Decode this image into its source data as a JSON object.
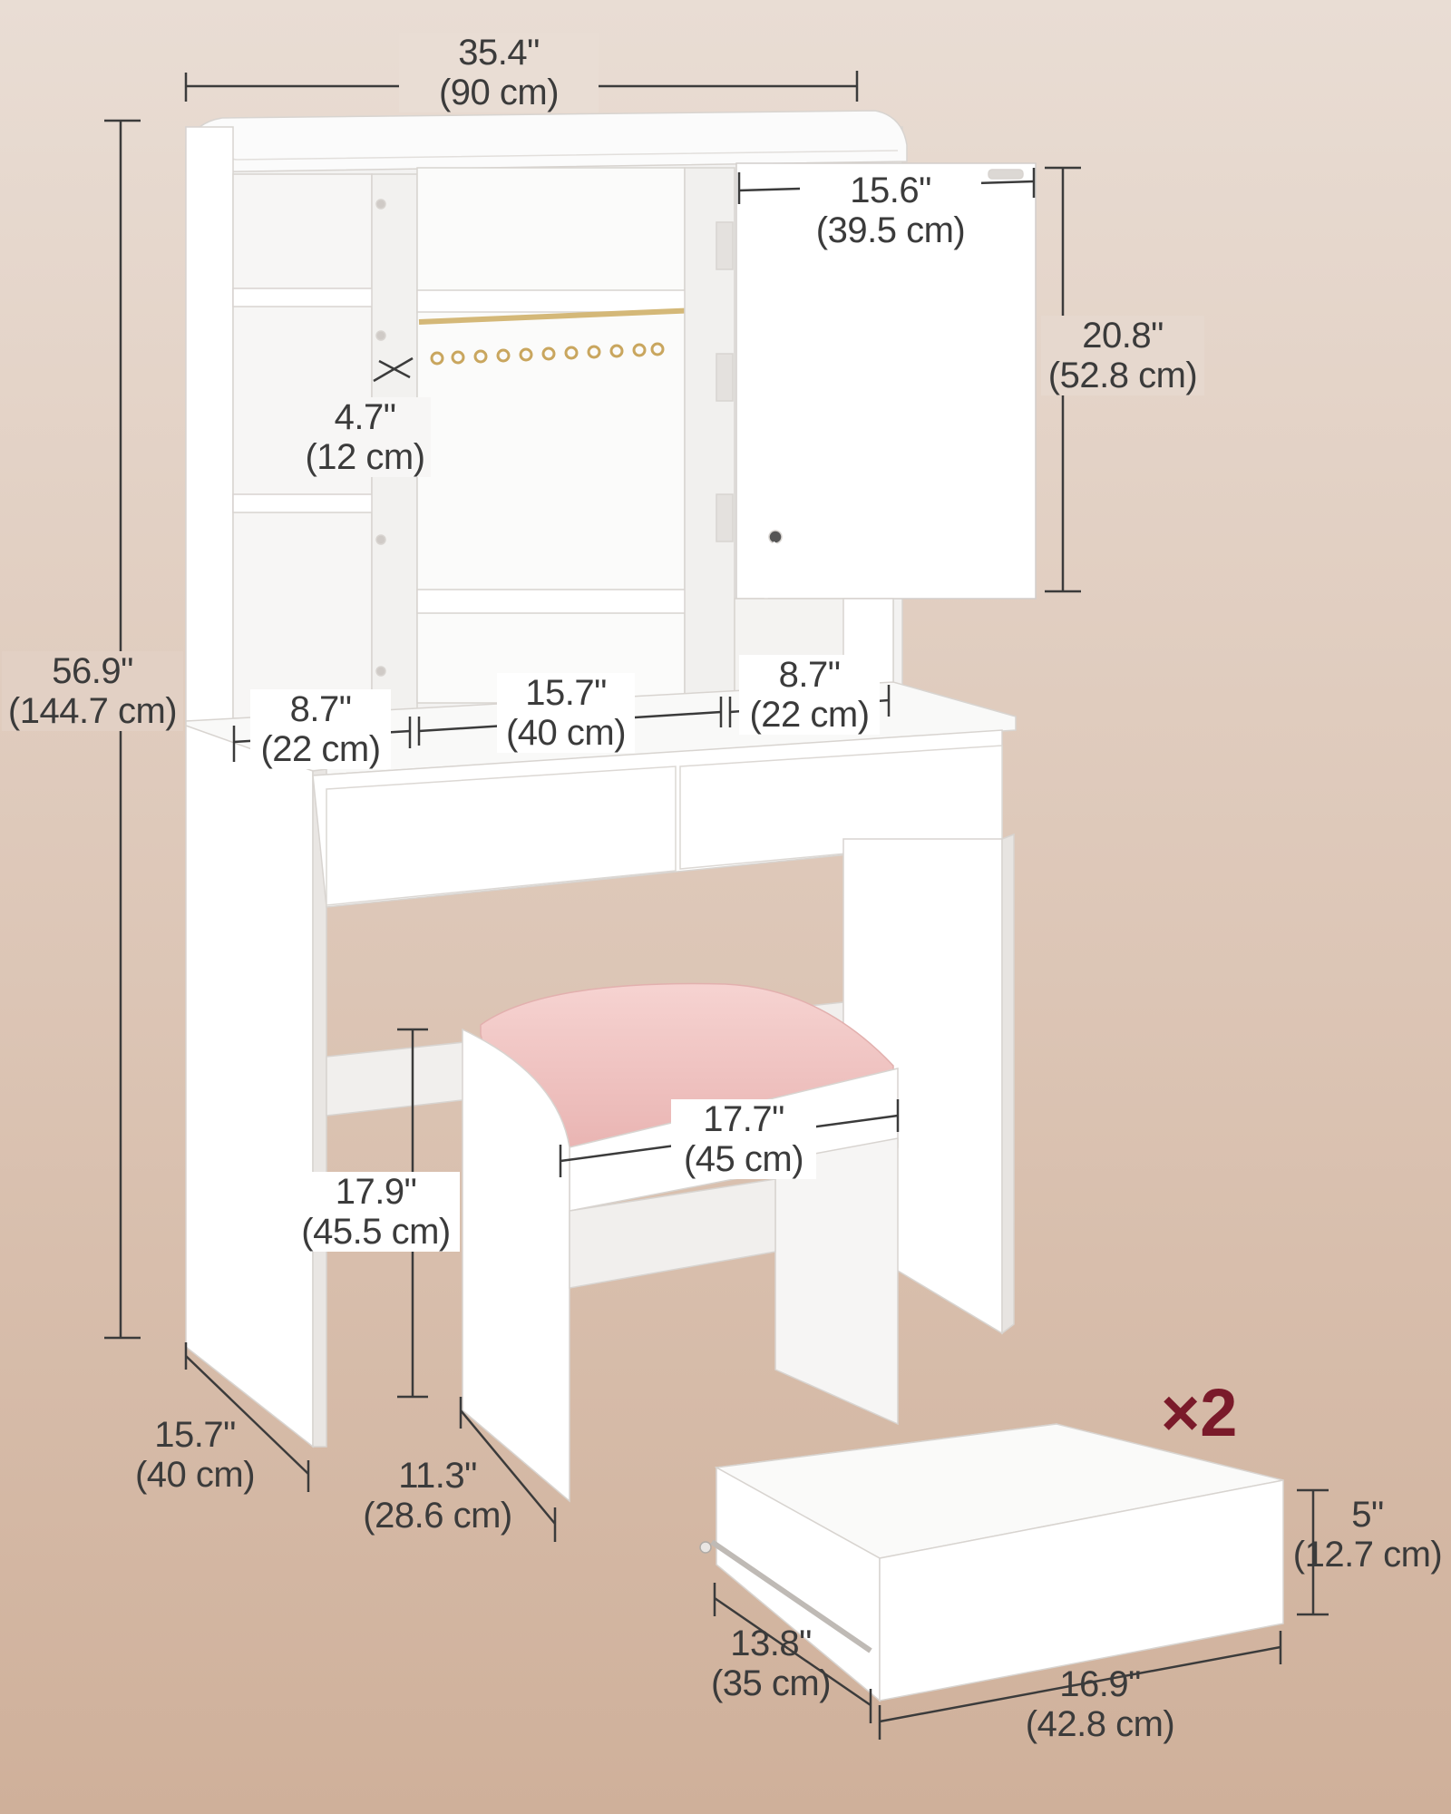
{
  "quantity_badge": "×2",
  "dimensions": {
    "vanity_width": {
      "inch": "35.4\"",
      "cm": "(90 cm)"
    },
    "vanity_height": {
      "inch": "56.9\"",
      "cm": "(144.7 cm)"
    },
    "vanity_depth": {
      "inch": "15.7\"",
      "cm": "(40 cm)"
    },
    "door_width": {
      "inch": "15.6\"",
      "cm": "(39.5 cm)"
    },
    "door_height": {
      "inch": "20.8\"",
      "cm": "(52.8 cm)"
    },
    "shelf_spacing": {
      "inch": "4.7\"",
      "cm": "(12 cm)"
    },
    "left_compartment_width": {
      "inch": "8.7\"",
      "cm": "(22 cm)"
    },
    "center_compartment_width": {
      "inch": "15.7\"",
      "cm": "(40 cm)"
    },
    "right_compartment_width": {
      "inch": "8.7\"",
      "cm": "(22 cm)"
    },
    "stool_width": {
      "inch": "17.7\"",
      "cm": "(45 cm)"
    },
    "stool_height": {
      "inch": "17.9\"",
      "cm": "(45.5 cm)"
    },
    "stool_depth": {
      "inch": "11.3\"",
      "cm": "(28.6 cm)"
    },
    "drawer_height": {
      "inch": "5\"",
      "cm": "(12.7 cm)"
    },
    "drawer_depth": {
      "inch": "13.8\"",
      "cm": "(35 cm)"
    },
    "drawer_width": {
      "inch": "16.9\"",
      "cm": "(42.8 cm)"
    }
  },
  "colors": {
    "furniture": "#ffffff",
    "cushion": "#f0c4c2",
    "rod": "#d4b878",
    "dimension_lines": "#3b3b3b",
    "badge": "#7a1a2a"
  }
}
